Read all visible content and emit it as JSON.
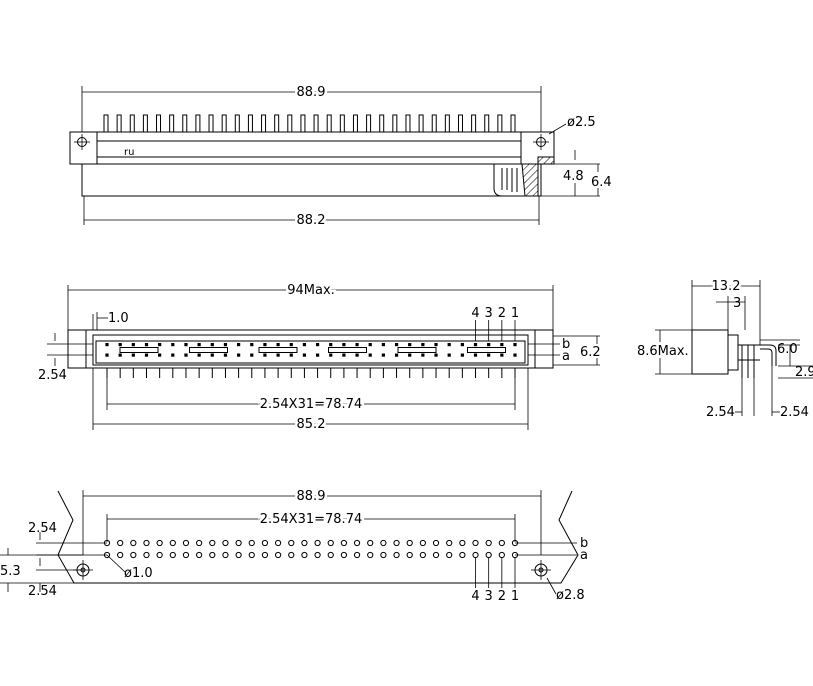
{
  "top_view": {
    "dim_width_top": "88.9",
    "dim_width_bottom": "88.2",
    "dim_hole": "ø2.5",
    "dim_h1": "4.8",
    "dim_h2": "6.4",
    "logo_text": "ru",
    "pin_count": 32
  },
  "front_view": {
    "dim_max": "94Max.",
    "dim_offset": "1.0",
    "dim_pitch": "2.54X31=78.74",
    "dim_body": "85.2",
    "dim_row_height": "6.2",
    "dim_row_pitch": "2.54",
    "row_b": "b",
    "row_a": "a",
    "pin_labels": [
      "4",
      "3",
      "2",
      "1"
    ],
    "columns": 32
  },
  "side_view": {
    "dim_depth": "13.2",
    "dim_3": "3",
    "dim_height": "8.6Max.",
    "dim_6": "6.0",
    "dim_29": "2.9",
    "dim_pitch_left": "2.54",
    "dim_pitch_right": "2.54"
  },
  "bottom_view": {
    "dim_width": "88.9",
    "dim_pitch": "2.54X31=78.74",
    "dim_254_top": "2.54",
    "dim_53": "5.3",
    "dim_254_bot": "2.54",
    "dim_hole_small": "ø1.0",
    "dim_hole_large": "ø2.8",
    "row_b": "b",
    "row_a": "a",
    "pin_labels": [
      "4",
      "3",
      "2",
      "1"
    ],
    "columns": 32
  }
}
